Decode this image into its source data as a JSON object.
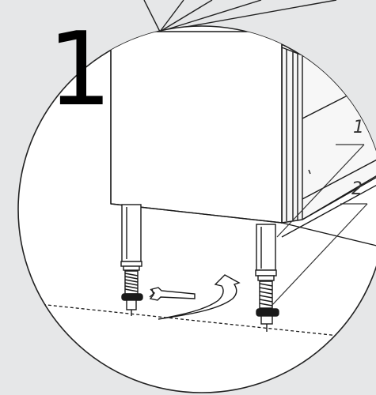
{
  "step_number": "1",
  "callouts": [
    "1",
    "2"
  ],
  "colors": {
    "background": "#e6e7e8",
    "circle_fill": "#ffffff",
    "line": "#1a1a1a"
  },
  "parts": [
    "appliance-cabinet",
    "adjustable-foot-left",
    "adjustable-foot-right",
    "spanner-wrench",
    "rotation-arrow",
    "floor-line"
  ]
}
